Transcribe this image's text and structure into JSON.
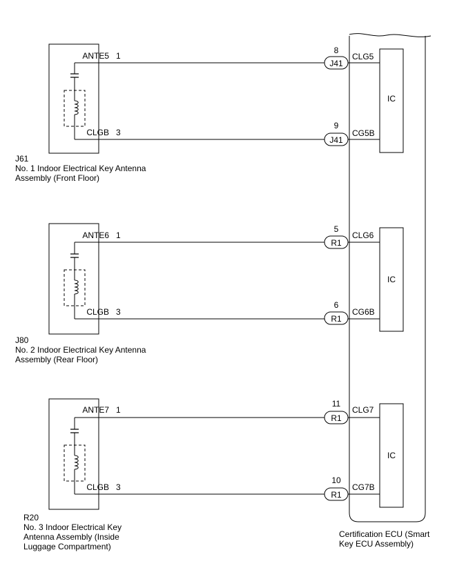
{
  "antennas": [
    {
      "code": "J61",
      "name_lines": [
        "No. 1 Indoor Electrical Key Antenna",
        "Assembly (Front Floor)"
      ],
      "pin_top_label": "ANTE5",
      "pin_top_num": "1",
      "pin_bottom_label": "CLGB",
      "pin_bottom_num": "3",
      "conn_top": "J41",
      "conn_top_num": "8",
      "conn_bottom": "J41",
      "conn_bottom_num": "9",
      "ecu_top_label": "CLG5",
      "ecu_bottom_label": "CG5B",
      "ic_label": "IC"
    },
    {
      "code": "J80",
      "name_lines": [
        "No. 2 Indoor Electrical Key Antenna",
        "Assembly (Rear Floor)"
      ],
      "pin_top_label": "ANTE6",
      "pin_top_num": "1",
      "pin_bottom_label": "CLGB",
      "pin_bottom_num": "3",
      "conn_top": "R1",
      "conn_top_num": "5",
      "conn_bottom": "R1",
      "conn_bottom_num": "6",
      "ecu_top_label": "CLG6",
      "ecu_bottom_label": "CG6B",
      "ic_label": "IC"
    },
    {
      "code": "R20",
      "name_lines": [
        "No. 3 Indoor Electrical Key",
        "Antenna Assembly (Inside",
        "Luggage Compartment)"
      ],
      "pin_top_label": "ANTE7",
      "pin_top_num": "1",
      "pin_bottom_label": "CLGB",
      "pin_bottom_num": "3",
      "conn_top": "R1",
      "conn_top_num": "11",
      "conn_bottom": "R1",
      "conn_bottom_num": "10",
      "ecu_top_label": "CLG7",
      "ecu_bottom_label": "CG7B",
      "ic_label": "IC"
    }
  ],
  "ecu": {
    "name_lines": [
      "Certification ECU (Smart",
      "Key ECU Assembly)"
    ]
  }
}
